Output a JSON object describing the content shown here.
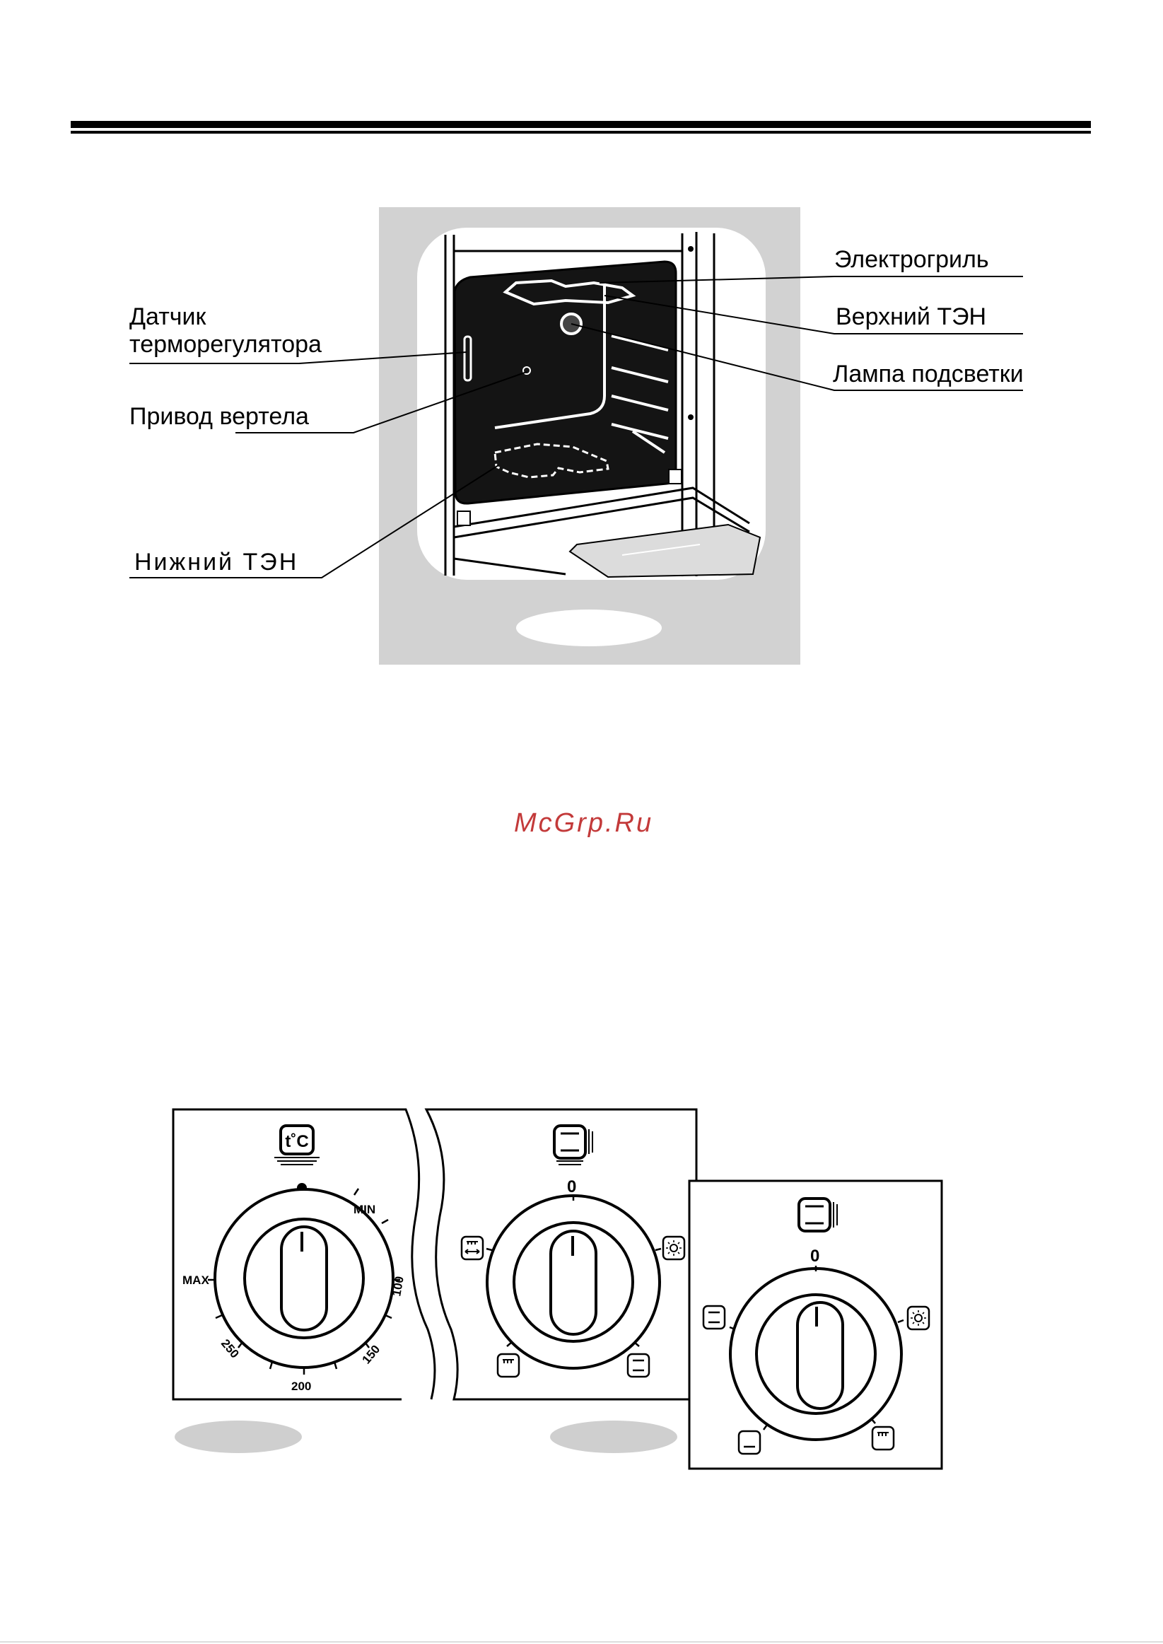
{
  "labels": {
    "electrogrill": "Электрогриль",
    "upper_heater": "Верхний ТЭН",
    "lamp": "Лампа подсветки",
    "sensor_line1": "Датчик",
    "sensor_line2": "терморегулятора",
    "spit_drive": "Привод вертела",
    "lower_heater": "Нижний ТЭН"
  },
  "watermark": "McGrp.Ru",
  "thermostat_dial": {
    "icon": "thermometer-tc-icon",
    "icon_text": "t˚C",
    "scale": [
      "MIN",
      "100",
      "150",
      "200",
      "250",
      "MAX"
    ]
  },
  "mode_dial_1": {
    "icon": "oven-mode-icon",
    "zero": "0"
  },
  "mode_dial_2": {
    "icon": "oven-mode-icon",
    "zero": "0"
  },
  "colors": {
    "panel_gray": "#d2d2d2",
    "cavity_dark": "#141414",
    "watermark_red": "#c33a3a"
  }
}
